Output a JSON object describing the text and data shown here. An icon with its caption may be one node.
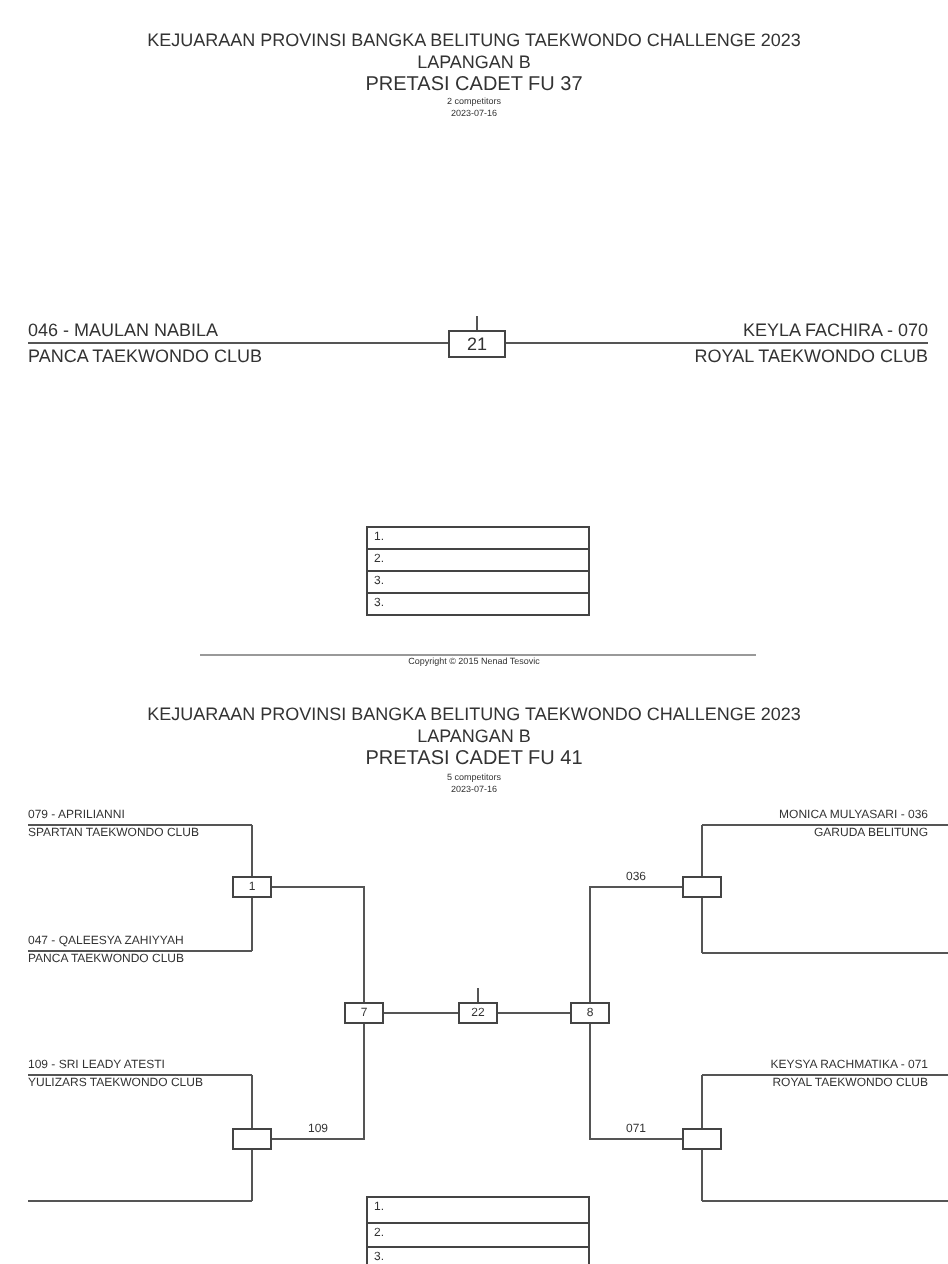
{
  "diagram": {
    "nodes": [
      {
        "text": [
          "046 - MAULAN NABILA",
          "PANCA TAEKWONDO CLUB"
        ]
      },
      {
        "text": [
          "KEYLA FACHIRA - 070",
          "ROYAL TAEKWONDO CLUB"
        ]
      },
      {
        "text": [
          "21"
        ]
      },
      {
        "text": [
          "079 - APRILIANNI",
          "SPARTAN TAEKWONDO CLUB"
        ]
      },
      {
        "text": [
          "MONICA MULYASARI - 036",
          "GARUDA BELITUNG"
        ]
      },
      {
        "text": [
          "1"
        ]
      },
      {
        "text": [],
        "shape": "box"
      },
      {
        "text": [
          "047 - QALEESYA ZAHIYYAH",
          "PANCA TAEKWONDO CLUB"
        ]
      },
      {
        "text": [],
        "shape": "bar"
      },
      {
        "text": [
          "7"
        ]
      },
      {
        "text": [
          "22"
        ]
      },
      {
        "text": [
          "8"
        ]
      },
      {
        "text": [
          "109 - SRI LEADY ATESTI",
          "YULIZARS TAEKWONDO CLUB"
        ]
      },
      {
        "text": [
          "KEYSYA RACHMATIKA - 071",
          "ROYAL TAEKWONDO CLUB"
        ]
      },
      {
        "text": [],
        "shape": "box"
      },
      {
        "text": [],
        "shape": "box"
      },
      {
        "text": [],
        "shape": "bar"
      },
      {
        "text": [],
        "shape": "bar"
      }
    ],
    "edges": [
      {
        "from": 0,
        "to": 2,
        "arrow": "none"
      },
      {
        "from": 1,
        "to": 2,
        "arrow": "none"
      },
      {
        "from": 2,
        "to": null,
        "arrow": "none"
      },
      {
        "from": 3,
        "to": 5,
        "arrow": "none"
      },
      {
        "from": 4,
        "to": 6,
        "arrow": "none"
      },
      {
        "from": 7,
        "to": 5,
        "arrow": "none"
      },
      {
        "from": 8,
        "to": 6,
        "arrow": "none"
      },
      {
        "from": 5,
        "to": 9,
        "arrow": "none"
      },
      {
        "from": 6,
        "to": 11,
        "arrow": "none",
        "label": "036"
      },
      {
        "from": 9,
        "to": 10,
        "arrow": "none"
      },
      {
        "from": 11,
        "to": 10,
        "arrow": "none"
      },
      {
        "from": 10,
        "to": null,
        "arrow": "none"
      },
      {
        "from": 12,
        "to": 14,
        "arrow": "none"
      },
      {
        "from": 16,
        "to": 14,
        "arrow": "none"
      },
      {
        "from": 13,
        "to": 15,
        "arrow": "none"
      },
      {
        "from": 17,
        "to": 15,
        "arrow": "none"
      },
      {
        "from": 14,
        "to": 9,
        "arrow": "none",
        "label": "109"
      },
      {
        "from": 15,
        "to": 11,
        "arrow": "none",
        "label": "071"
      }
    ],
    "labels": [
      "KEJUARAAN PROVINSI BANGKA BELITUNG TAEKWONDO CHALLENGE 2023",
      "LAPANGAN B",
      "PRETASI CADET FU 37",
      "2 competitors",
      "2023-07-16",
      "1.",
      "2.",
      "3.",
      "3.",
      "Copyright © 2015 Nenad Tesovic",
      "KEJUARAAN PROVINSI BANGKA BELITUNG TAEKWONDO CHALLENGE 2023",
      "LAPANGAN B",
      "PRETASI CADET FU 41",
      "5 competitors",
      "2023-07-16",
      "1.",
      "2.",
      "3."
    ]
  }
}
